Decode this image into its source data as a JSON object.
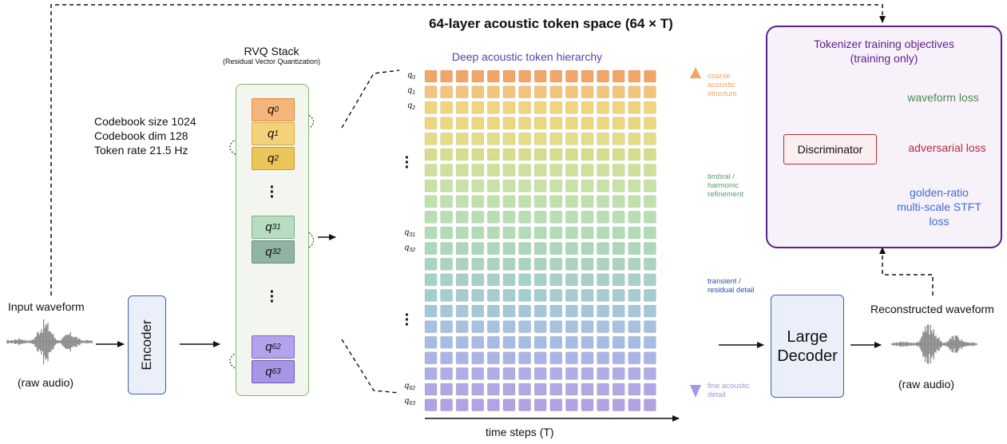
{
  "title": "64-layer acoustic token space (64 × T)",
  "input": {
    "label": "Input waveform",
    "caption": "(raw audio)"
  },
  "encoder": {
    "label": "Encoder"
  },
  "codebook": {
    "size": "Codebook size 1024",
    "dim": "Codebook dim 128",
    "rate": "Token rate 21.5 Hz"
  },
  "rvq": {
    "title": "RVQ Stack",
    "subtitle": "(Residual Vector Quantization)",
    "boxes": [
      {
        "base": "q",
        "sub": "0",
        "color": "#f3b57a",
        "border": "#e08a3a"
      },
      {
        "base": "q",
        "sub": "1",
        "color": "#f5d27a",
        "border": "#d9a93a"
      },
      {
        "base": "q",
        "sub": "2",
        "color": "#ecc55a",
        "border": "#c9a02a"
      },
      {
        "base": "q",
        "sub": "31",
        "color": "#b7dcc1",
        "border": "#7fb08e"
      },
      {
        "base": "q",
        "sub": "32",
        "color": "#8fb3a4",
        "border": "#6a8d80"
      },
      {
        "base": "q",
        "sub": "62",
        "color": "#b3a3ec",
        "border": "#7c68c8"
      },
      {
        "base": "q",
        "sub": "63",
        "color": "#a795e6",
        "border": "#6f5bc0"
      }
    ]
  },
  "grid": {
    "title": "Deep acoustic token hierarchy",
    "rows_labels": [
      {
        "base": "q",
        "sub": "0"
      },
      {
        "base": "q",
        "sub": "1"
      },
      {
        "base": "q",
        "sub": "2"
      },
      {
        "base": "q",
        "sub": "31"
      },
      {
        "base": "q",
        "sub": "32"
      },
      {
        "base": "q",
        "sub": "62"
      },
      {
        "base": "q",
        "sub": "63"
      }
    ],
    "time_label": "time steps (T)",
    "row_colors": [
      "#f2a666",
      "#f4c47a",
      "#f2d47e",
      "#ecd77e",
      "#e5dc86",
      "#d9dc8c",
      "#cfe09a",
      "#c6e2a4",
      "#bfe1ac",
      "#b8dfb2",
      "#b1dcb6",
      "#abd8ba",
      "#a9d5c0",
      "#a7d1c8",
      "#a5cdd0",
      "#a4c8d8",
      "#a5c2e0",
      "#a7bce4",
      "#aab5e6",
      "#adaee6",
      "#b0a8e4",
      "#b3a2e2"
    ]
  },
  "side_labels": {
    "coarse": "coarse acoustic structure",
    "timbral": "timbral / harmonic refinement",
    "transient": "transient / residual detail",
    "fine": "fine acoustic detail"
  },
  "objectives": {
    "title_line1": "Tokenizer training objectives",
    "title_line2": "(training only)",
    "waveform_loss": "waveform loss",
    "discriminator": "Discriminator",
    "adversarial_loss": "adversarial loss",
    "stft_line1": "golden-ratio",
    "stft_line2": "multi-scale STFT",
    "stft_line3": "loss"
  },
  "decoder": {
    "line1": "Large",
    "line2": "Decoder"
  },
  "output": {
    "label": "Reconstructed waveform",
    "caption": "(raw audio)"
  },
  "colors": {
    "coarse": "#e8a766",
    "timbral": "#5a9a6a",
    "transient": "#2f4fa8",
    "fine": "#a596d8",
    "waveform_loss": "#4e8a4e",
    "adversarial": "#b02e3a",
    "stft": "#3a6fd8",
    "panel": "#5b1f8c"
  }
}
